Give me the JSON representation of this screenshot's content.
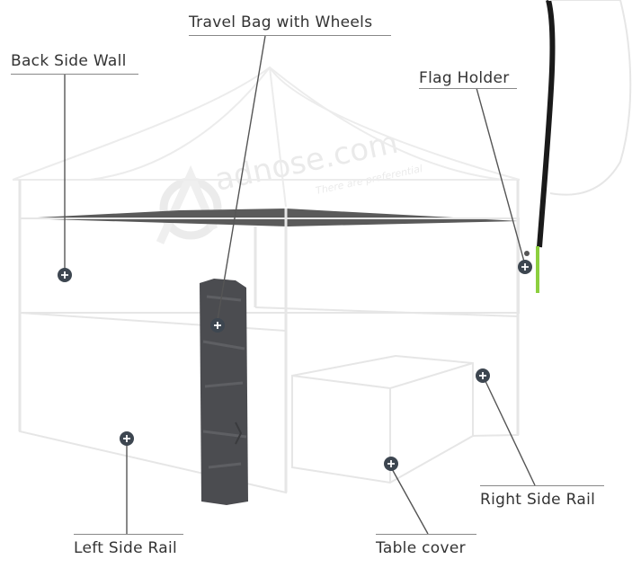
{
  "title": "",
  "watermark": {
    "brand": "adnose.com",
    "tagline": "There are preferential"
  },
  "callouts": [
    {
      "id": "back-side-wall",
      "text": "Back Side Wall"
    },
    {
      "id": "travel-bag",
      "text": "Travel Bag with Wheels"
    },
    {
      "id": "flag-holder",
      "text": "Flag Holder"
    },
    {
      "id": "right-side-rail",
      "text": "Right Side Rail"
    },
    {
      "id": "left-side-rail",
      "text": "Left Side Rail"
    },
    {
      "id": "table-cover",
      "text": "Table cover"
    }
  ],
  "colors": {
    "label_text": "#333333",
    "leader_line": "#555555",
    "marker_fill": "#3d4650",
    "bag_fill": "#4b4c50",
    "flag_pole": "#1a1a1a",
    "flag_base": "#8ccf3f",
    "canopy_shade": "#5a5a5a",
    "outline": "#e6e6e6"
  }
}
